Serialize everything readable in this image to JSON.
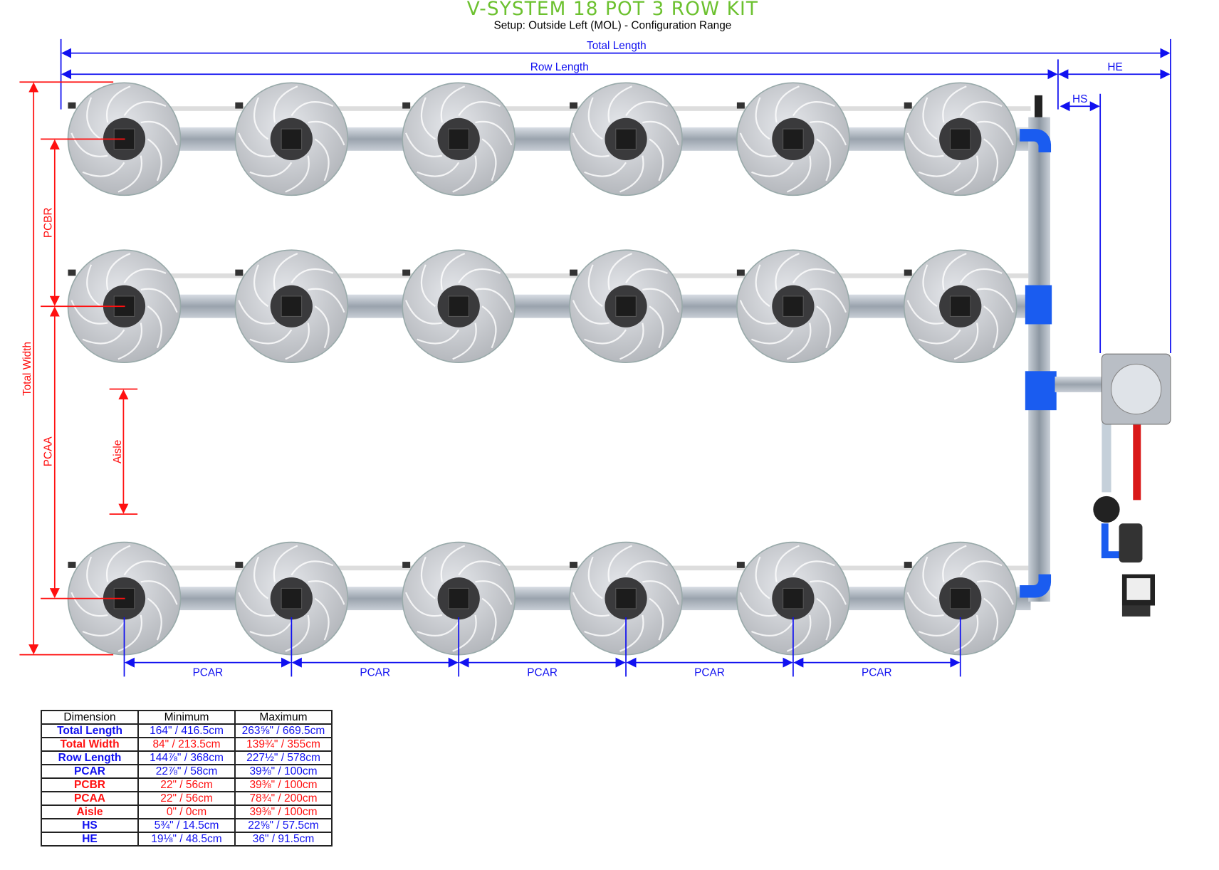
{
  "header": {
    "title": "V-SYSTEM 18 POT 3 ROW KIT",
    "subtitle": "Setup: Outside Left (MOL) - Configuration Range"
  },
  "layout": {
    "rows": 3,
    "pots_per_row": 6
  },
  "labels": {
    "total_length": "Total Length",
    "row_length": "Row Length",
    "he": "HE",
    "hs": "HS",
    "total_width": "Total Width",
    "pcbr": "PCBR",
    "pcaa": "PCAA",
    "aisle": "Aisle",
    "pcar": "PCAR"
  },
  "colors": {
    "blue": "#1010f0",
    "red": "#ff1010",
    "title": "#6cc12f"
  },
  "table": {
    "headers": [
      "Dimension",
      "Minimum",
      "Maximum"
    ],
    "rows": [
      {
        "name": "Total Length",
        "min": "164\" / 416.5cm",
        "max": "263⅝\" / 669.5cm",
        "color": "blue"
      },
      {
        "name": "Total Width",
        "min": "84\" / 213.5cm",
        "max": "139¾\" / 355cm",
        "color": "red"
      },
      {
        "name": "Row Length",
        "min": "144⅞\" / 368cm",
        "max": "227½\" / 578cm",
        "color": "blue"
      },
      {
        "name": "PCAR",
        "min": "22⅞\" / 58cm",
        "max": "39⅜\" / 100cm",
        "color": "blue"
      },
      {
        "name": "PCBR",
        "min": "22\" / 56cm",
        "max": "39⅜\" / 100cm",
        "color": "red"
      },
      {
        "name": "PCAA",
        "min": "22\" / 56cm",
        "max": "78¾\" / 200cm",
        "color": "red"
      },
      {
        "name": "Aisle",
        "min": "0\" / 0cm",
        "max": "39⅜\" / 100cm",
        "color": "red"
      },
      {
        "name": "HS",
        "min": "5¾\" / 14.5cm",
        "max": "22⅝\" / 57.5cm",
        "color": "blue"
      },
      {
        "name": "HE",
        "min": "19⅛\" / 48.5cm",
        "max": "36\" / 91.5cm",
        "color": "blue"
      }
    ]
  }
}
